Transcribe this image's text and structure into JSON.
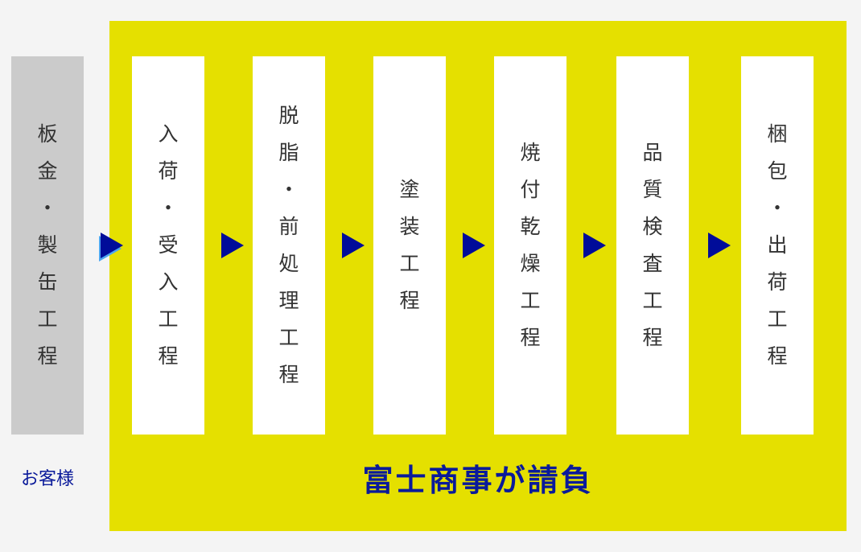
{
  "colors": {
    "background": "#f4f4f4",
    "panel": "#e5e000",
    "customer_box": "#cbcbcb",
    "process_box": "#ffffff",
    "arrow": "#000c99",
    "arrow_shadow": "#4da6f0",
    "label_text": "#0a1a9a",
    "box_text": "#333333"
  },
  "customer_step": {
    "label": "板金・製缶工程",
    "chars": [
      "板",
      "金",
      "・",
      "製",
      "缶",
      "工",
      "程"
    ]
  },
  "process_steps": [
    {
      "label": "入荷・受入工程",
      "chars": [
        "入",
        "荷",
        "・",
        "受",
        "入",
        "工",
        "程"
      ]
    },
    {
      "label": "脱脂・前処理工程",
      "chars": [
        "脱",
        "脂",
        "・",
        "前",
        "処",
        "理",
        "工",
        "程"
      ]
    },
    {
      "label": "塗装工程",
      "chars": [
        "塗",
        "装",
        "工",
        "程"
      ]
    },
    {
      "label": "焼付乾燥工程",
      "chars": [
        "焼",
        "付",
        "乾",
        "燥",
        "工",
        "程"
      ]
    },
    {
      "label": "品質検査工程",
      "chars": [
        "品",
        "質",
        "検",
        "査",
        "工",
        "程"
      ]
    },
    {
      "label": "梱包・出荷工程",
      "chars": [
        "梱",
        "包",
        "・",
        "出",
        "荷",
        "工",
        "程"
      ]
    }
  ],
  "arrows": [
    {
      "icon": "arrow-right-icon"
    },
    {
      "icon": "arrow-right-icon"
    },
    {
      "icon": "arrow-right-icon"
    },
    {
      "icon": "arrow-right-icon"
    },
    {
      "icon": "arrow-right-icon"
    },
    {
      "icon": "arrow-right-icon"
    }
  ],
  "labels": {
    "customer": "お客様",
    "contractor": "富士商事が請負"
  }
}
